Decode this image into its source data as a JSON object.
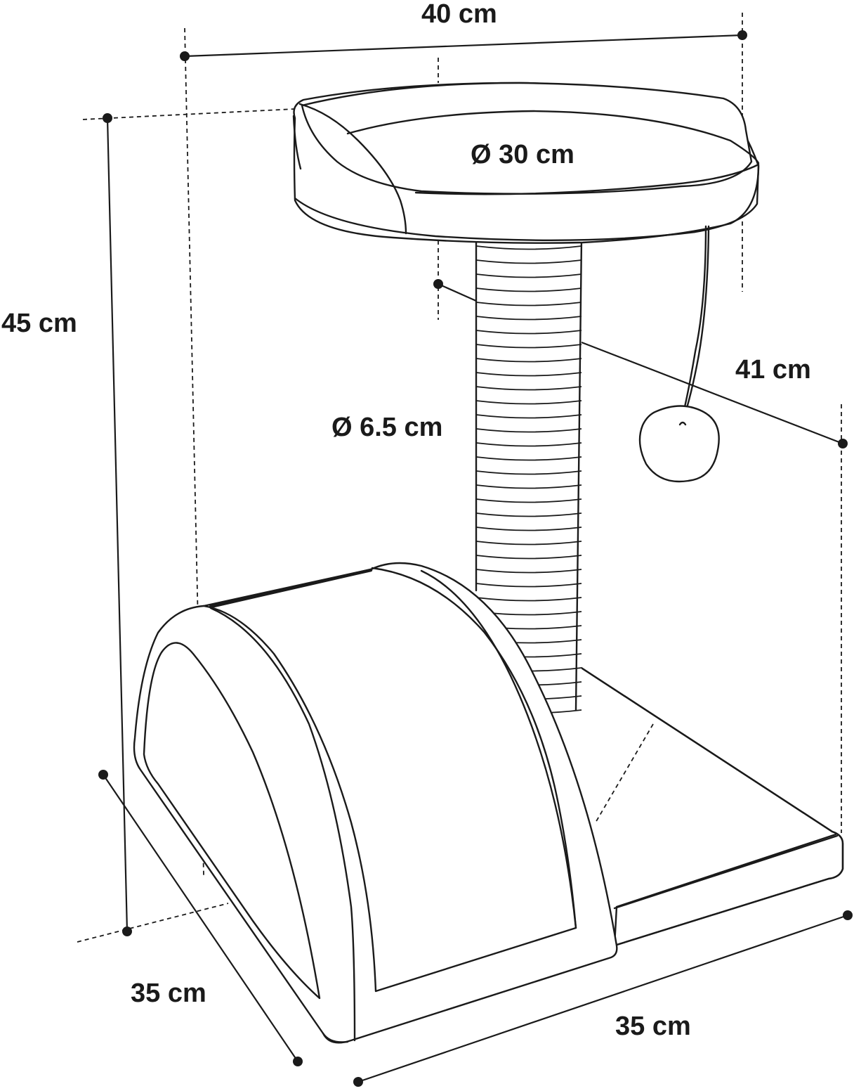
{
  "dimensions": {
    "width_top": "40 cm",
    "height_total": "45 cm",
    "platform_diameter": "Ø 30 cm",
    "post_diameter": "Ø 6.5 cm",
    "depth_side": "41 cm",
    "base_left": "35 cm",
    "base_front": "35 cm"
  },
  "colors": {
    "line": "#1a1a1a",
    "background": "#ffffff"
  }
}
